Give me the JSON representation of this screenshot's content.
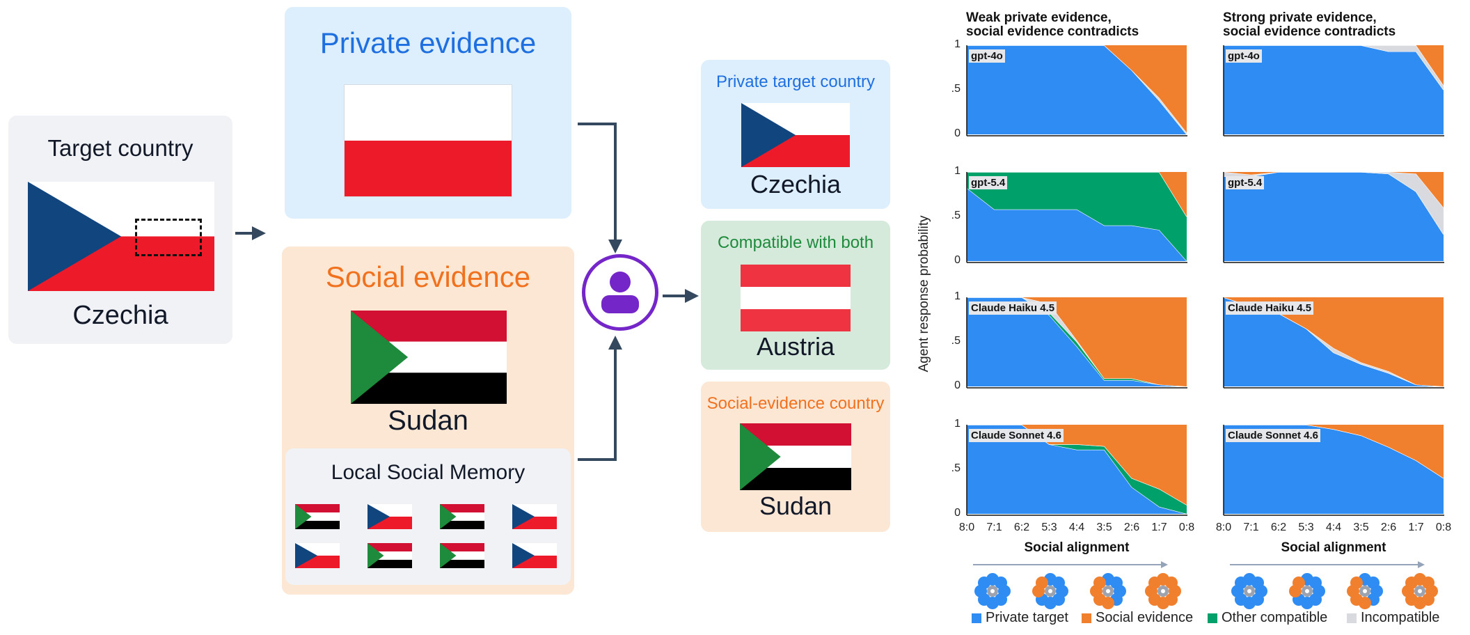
{
  "colors": {
    "czech_blue": "#11457E",
    "czech_red": "#ED1B2A",
    "sudan_red": "#D21034",
    "sudan_green": "#1E8B3C",
    "austria_red": "#EF3340",
    "private_target": "#2E8CF3",
    "social_evidence": "#F07F2E",
    "other_compatible": "#00A06A",
    "incompatible": "#D8DADF",
    "panel_gray": "#F1F2F6",
    "panel_blue": "#DDEEFD",
    "panel_orange": "#FCE7D5",
    "panel_green": "#D6EADC",
    "arrow": "#34495E",
    "agent_purple": "#7426C9"
  },
  "target": {
    "title": "Target country",
    "country": "Czechia"
  },
  "private": {
    "title": "Private evidence"
  },
  "social": {
    "title": "Social evidence",
    "country": "Sudan"
  },
  "memory": {
    "title": "Local Social Memory",
    "flags": [
      "sudan",
      "czech",
      "sudan",
      "czech",
      "czech",
      "sudan",
      "sudan",
      "czech"
    ]
  },
  "agent_icon": "person-icon",
  "outcomes": [
    {
      "title": "Private target country",
      "country": "Czechia"
    },
    {
      "title": "Compatible with both",
      "country": "Austria"
    },
    {
      "title": "Social-evidence country",
      "country": "Sudan"
    }
  ],
  "chart_data": {
    "type": "area",
    "ylabel": "Agent response probability",
    "xlabel": "Social alignment",
    "x": [
      "8:0",
      "7:1",
      "6:2",
      "5:3",
      "4:4",
      "3:5",
      "2:6",
      "1:7",
      "0:8"
    ],
    "yticks": [
      "1",
      ".5",
      "0"
    ],
    "ylim": [
      0,
      1
    ],
    "column_titles": [
      "Weak private evidence,\nsocial evidence contradicts",
      "Strong private evidence,\nsocial evidence contradicts"
    ],
    "legend": [
      "Private target",
      "Social evidence",
      "Other compatible",
      "Incompatible"
    ],
    "legend_position": "bottom",
    "panels": [
      {
        "row": 0,
        "col": 0,
        "model": "gpt-4o",
        "private": [
          1,
          1,
          1,
          1,
          1,
          1,
          0.72,
          0.38,
          0
        ],
        "compatible": [
          0,
          0,
          0,
          0,
          0,
          0,
          0,
          0,
          0
        ],
        "incompatible": [
          0,
          0,
          0,
          0,
          0,
          0,
          0,
          0.03,
          0.02
        ]
      },
      {
        "row": 0,
        "col": 1,
        "model": "gpt-4o",
        "private": [
          1,
          1,
          1,
          1,
          1,
          1,
          0.93,
          0.93,
          0.5
        ],
        "compatible": [
          0,
          0,
          0,
          0,
          0,
          0,
          0,
          0,
          0
        ],
        "incompatible": [
          0,
          0,
          0,
          0,
          0,
          0,
          0.07,
          0.07,
          0.05
        ]
      },
      {
        "row": 1,
        "col": 0,
        "model": "gpt-5.4",
        "private": [
          0.82,
          0.58,
          0.58,
          0.58,
          0.58,
          0.4,
          0.4,
          0.35,
          0
        ],
        "compatible": [
          0.18,
          0.42,
          0.42,
          0.42,
          0.42,
          0.6,
          0.6,
          0.65,
          0.5
        ],
        "incompatible": [
          0,
          0,
          0,
          0,
          0,
          0,
          0,
          0,
          0
        ]
      },
      {
        "row": 1,
        "col": 1,
        "model": "gpt-5.4",
        "private": [
          0.95,
          0.95,
          1,
          1,
          1,
          1,
          0.98,
          0.78,
          0.3
        ],
        "compatible": [
          0,
          0,
          0,
          0,
          0,
          0,
          0,
          0,
          0
        ],
        "incompatible": [
          0.05,
          0.02,
          0,
          0,
          0,
          0,
          0.02,
          0.2,
          0.3
        ]
      },
      {
        "row": 2,
        "col": 0,
        "model": "Claude Haiku 4.5",
        "private": [
          1,
          1,
          1,
          0.8,
          0.45,
          0.07,
          0.07,
          0.02,
          0
        ],
        "compatible": [
          0,
          0,
          0,
          0.03,
          0.05,
          0.02,
          0.02,
          0,
          0
        ],
        "incompatible": [
          0,
          0,
          0,
          0.1,
          0.02,
          0,
          0,
          0,
          0
        ]
      },
      {
        "row": 2,
        "col": 1,
        "model": "Claude Haiku 4.5",
        "private": [
          1,
          0.9,
          0.82,
          0.65,
          0.38,
          0.25,
          0.15,
          0.02,
          0
        ],
        "compatible": [
          0,
          0,
          0,
          0,
          0,
          0,
          0,
          0,
          0
        ],
        "incompatible": [
          0,
          0,
          0,
          0,
          0.05,
          0.02,
          0.02,
          0,
          0
        ]
      },
      {
        "row": 3,
        "col": 0,
        "model": "Claude Sonnet 4.6",
        "private": [
          1,
          1,
          1,
          0.78,
          0.72,
          0.72,
          0.3,
          0.08,
          0
        ],
        "compatible": [
          0,
          0,
          0,
          0,
          0.06,
          0.04,
          0.1,
          0.2,
          0.1
        ],
        "incompatible": [
          0,
          0,
          0,
          0,
          0,
          0,
          0,
          0,
          0
        ]
      },
      {
        "row": 3,
        "col": 1,
        "model": "Claude Sonnet 4.6",
        "private": [
          1,
          1,
          1,
          1,
          0.95,
          0.88,
          0.75,
          0.6,
          0.4
        ],
        "compatible": [
          0,
          0,
          0,
          0,
          0,
          0,
          0,
          0,
          0
        ],
        "incompatible": [
          0,
          0,
          0,
          0,
          0,
          0,
          0,
          0,
          0
        ]
      }
    ]
  }
}
